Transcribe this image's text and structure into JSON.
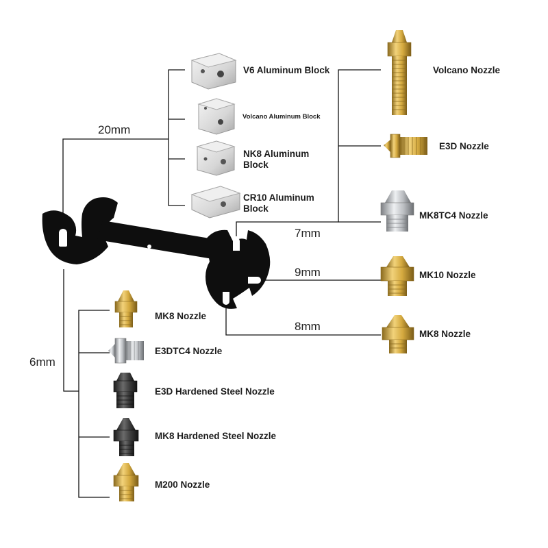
{
  "dimensions": {
    "d20": "20mm",
    "d7": "7mm",
    "d9": "9mm",
    "d8": "8mm",
    "d6": "6mm"
  },
  "blocks": [
    {
      "label": "V6 Aluminum Block",
      "icon": "v6-aluminum-block"
    },
    {
      "label": "Volcano Aluminum Block",
      "icon": "volcano-aluminum-block"
    },
    {
      "label": "NK8 Aluminum Block",
      "icon": "nk8-aluminum-block"
    },
    {
      "label": "CR10 Aluminum Block",
      "icon": "cr10-aluminum-block"
    }
  ],
  "right_nozzles": [
    {
      "label": "Volcano Nozzle",
      "icon": "volcano-nozzle"
    },
    {
      "label": "E3D Nozzle",
      "icon": "e3d-nozzle"
    },
    {
      "label": "MK8TC4 Nozzle",
      "icon": "mk8tc4-nozzle"
    },
    {
      "label": "MK10 Nozzle",
      "icon": "mk10-nozzle"
    },
    {
      "label": "MK8 Nozzle",
      "icon": "mk8-nozzle"
    }
  ],
  "left_nozzles": [
    {
      "label": "MK8 Nozzle",
      "icon": "mk8-nozzle"
    },
    {
      "label": "E3DTC4 Nozzle",
      "icon": "e3dtc4-nozzle"
    },
    {
      "label": "E3D Hardened Steel Nozzle",
      "icon": "e3d-hardened-steel-nozzle"
    },
    {
      "label": "MK8 Hardened Steel Nozzle",
      "icon": "mk8-hardened-steel-nozzle"
    },
    {
      "label": "M200 Nozzle",
      "icon": "m200-nozzle"
    }
  ],
  "colors": {
    "wrench": "#0e0e0e",
    "brass": "#d9b24c",
    "brass_dark": "#9c7a26",
    "steel": "#c4c6c9",
    "hardened": "#3a3a3a",
    "aluminum": "#dcdcdc",
    "line": "#111111"
  }
}
